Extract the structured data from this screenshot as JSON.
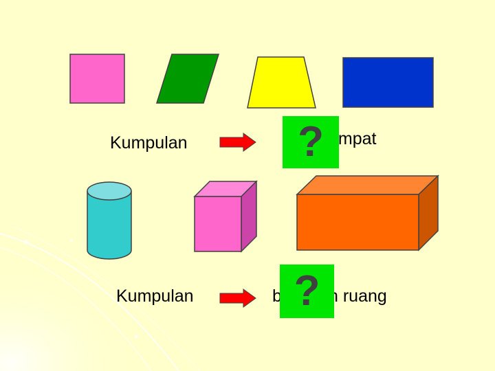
{
  "row1": {
    "left_label": "Kumpulan",
    "right_label_partial": "empat",
    "question_mark": "?"
  },
  "row2": {
    "left_label": "Kumpulan",
    "right_label_prefix": "b",
    "right_label_suffix": "n ruang",
    "question_mark": "?"
  },
  "colors": {
    "background": "#FFFFCC",
    "square_pink": "#FF66CC",
    "parallelogram_green": "#009900",
    "trapezoid_yellow": "#FFFF00",
    "rectangle_blue": "#0033CC",
    "cylinder_teal": "#33CCCC",
    "cube_pink": "#FF66CC",
    "cuboid_orange": "#FF6600",
    "arrow_red": "#FF0000",
    "question_box_green": "#00E600"
  }
}
